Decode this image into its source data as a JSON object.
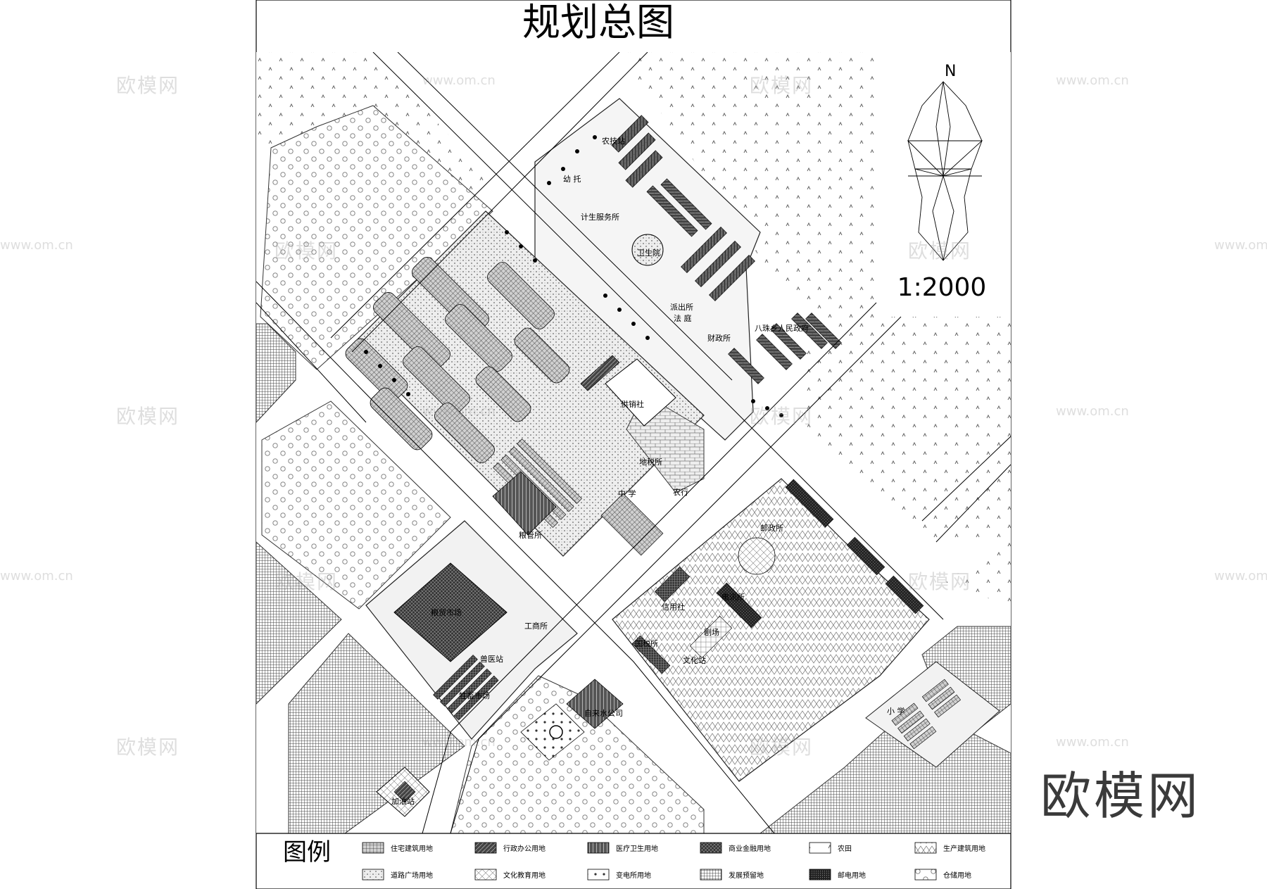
{
  "title": "规划总图",
  "scale": "1:2000",
  "north": "N",
  "legend_title": "图例",
  "legend": [
    {
      "label": "住宅建筑用地",
      "pattern": "p-res"
    },
    {
      "label": "行政办公用地",
      "pattern": "p-admin"
    },
    {
      "label": "医疗卫生用地",
      "pattern": "p-med"
    },
    {
      "label": "商业金融用地",
      "pattern": "p-com"
    },
    {
      "label": "农田",
      "pattern": "p-farm"
    },
    {
      "label": "生产建筑用地",
      "pattern": "p-prod"
    },
    {
      "label": "道路广场用地",
      "pattern": "p-road"
    },
    {
      "label": "文化教育用地",
      "pattern": "p-edu"
    },
    {
      "label": "变电所用地",
      "pattern": "p-sub"
    },
    {
      "label": "发展预留地",
      "pattern": "p-res2"
    },
    {
      "label": "邮电用地",
      "pattern": "p-post"
    },
    {
      "label": "仓储用地",
      "pattern": "p-stor"
    }
  ],
  "labels": {
    "nongji": "农技站",
    "youtuo": "幼  托",
    "jisheng": "计生服务所",
    "weisheng": "卫生院",
    "paichu": "派出所",
    "fating": "法  庭",
    "caizheng": "财政所",
    "zhengfu": "八珠乡人民政府",
    "gongxiao": "供销社",
    "dishui": "地税所",
    "zhongxue": "中  学",
    "nonghang": "农行",
    "liangguan": "粮管所",
    "youzheng": "邮政所",
    "dianxun": "电讯所",
    "liangmao": "粮贸市场",
    "gongshang": "工商所",
    "shouyi": "兽医站",
    "xuchu": "牲畜市场",
    "ziliaishui": "自来水公司",
    "jiayou": "加油站",
    "jujuchang": "剧场",
    "wenhua": "文化站",
    "guoshui": "国税所",
    "xinyongshe": "信用社",
    "xiaoxue": "小  学"
  },
  "watermark": {
    "brand": "欧模网",
    "url": "www.om.cn"
  }
}
